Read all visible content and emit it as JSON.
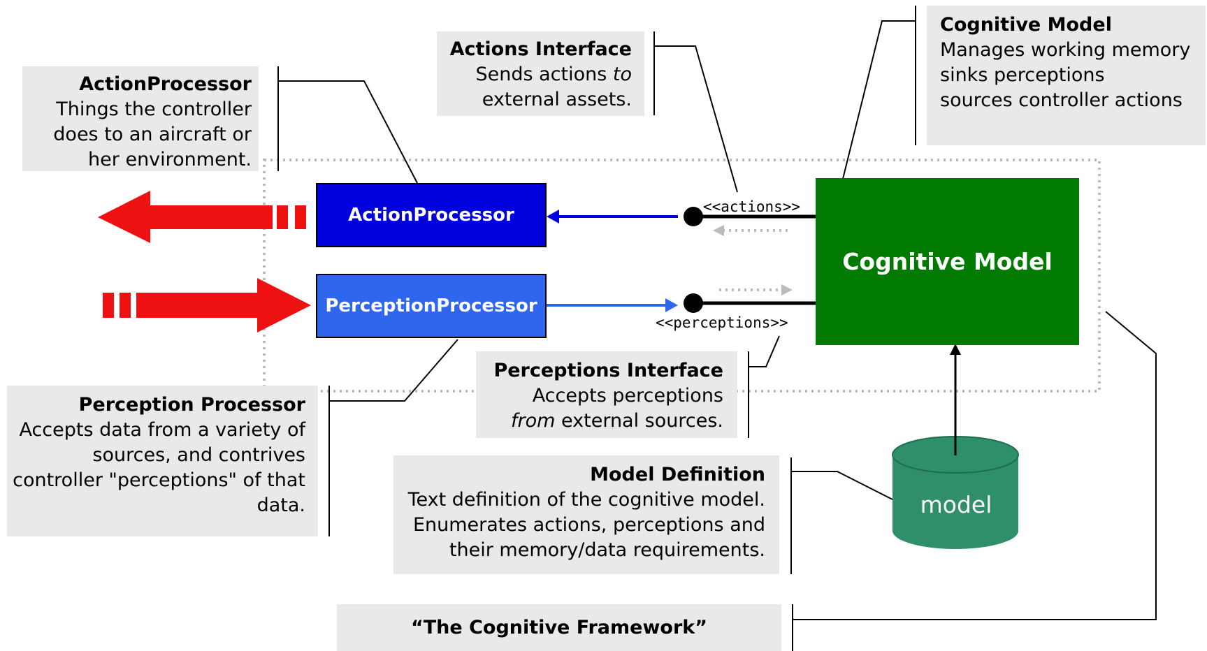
{
  "components": {
    "action_processor": {
      "label": "ActionProcessor",
      "color": "#0000dd"
    },
    "perception_processor": {
      "label": "PerceptionProcessor",
      "color": "#2f66ee"
    },
    "cognitive_model": {
      "label": "Cognitive Model",
      "color": "#007a00"
    },
    "model_store": {
      "label": "model",
      "color": "#2f8f6a"
    }
  },
  "interfaces": {
    "actions": "<<actions>>",
    "perceptions": "<<perceptions>>"
  },
  "callouts": {
    "action_processor": {
      "title": "ActionProcessor",
      "lines": [
        "Things the controller",
        "does to an aircraft or",
        "her environment."
      ]
    },
    "actions_interface": {
      "title": "Actions Interface",
      "lines": [
        "Sends actions ",
        "external assets."
      ],
      "italic_word": "to"
    },
    "cognitive_model": {
      "title": "Cognitive Model",
      "lines": [
        "Manages working memory",
        "sinks perceptions",
        "sources controller actions"
      ]
    },
    "perception_processor": {
      "title": "Perception Processor",
      "lines": [
        "Accepts data from a variety of",
        "sources, and contrives",
        "controller \"perceptions\" of that",
        "data."
      ]
    },
    "perceptions_interface": {
      "title": "Perceptions Interface",
      "lines": [
        "Accepts perceptions",
        " external sources."
      ],
      "italic_word": "from"
    },
    "model_definition": {
      "title": "Model Definition",
      "lines": [
        "Text definition of the cognitive model.",
        "Enumerates actions, perceptions and",
        "their memory/data requirements."
      ]
    },
    "framework": {
      "title": "“The Cognitive Framework”"
    }
  },
  "colors": {
    "external_arrow": "#ee1111",
    "flow_arrow": "#0000dd",
    "callout_bg": "#e9e9e9",
    "boundary": "#bbbbbb"
  }
}
